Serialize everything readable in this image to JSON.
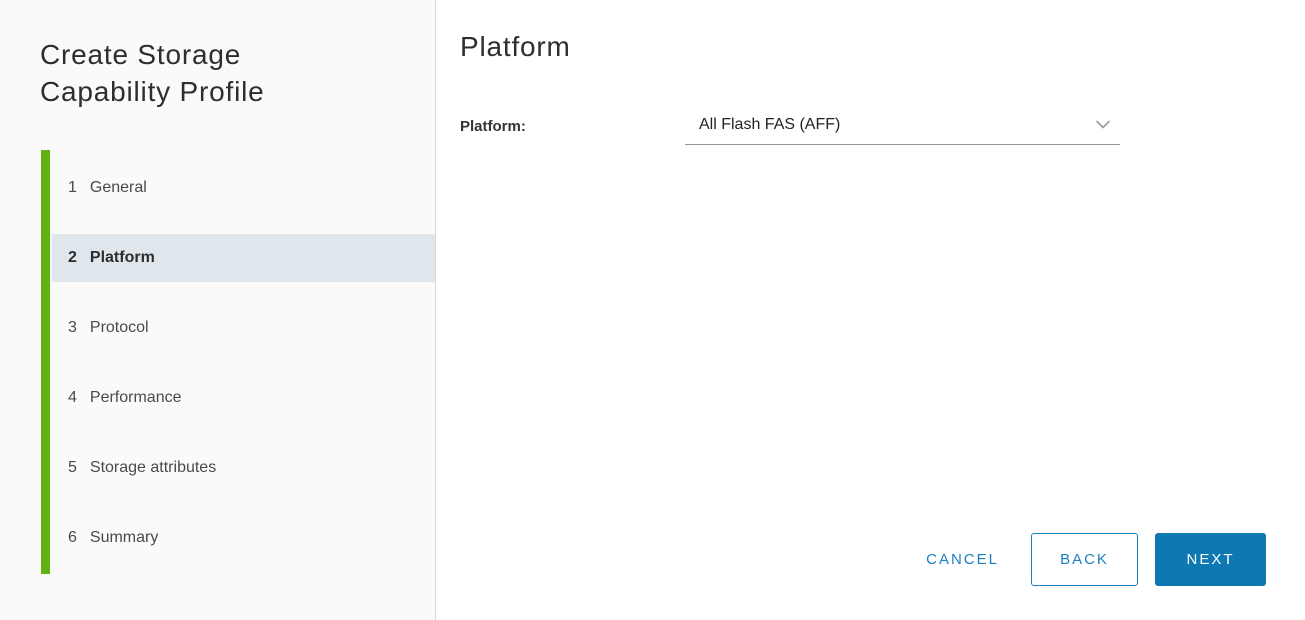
{
  "wizard": {
    "title_line1": "Create Storage",
    "title_line2": "Capability Profile",
    "active_step_label": "Platform",
    "steps": [
      {
        "number": "1",
        "label": "General"
      },
      {
        "number": "2",
        "label": "Platform"
      },
      {
        "number": "3",
        "label": "Protocol"
      },
      {
        "number": "4",
        "label": "Performance"
      },
      {
        "number": "5",
        "label": "Storage attributes"
      },
      {
        "number": "6",
        "label": "Summary"
      }
    ]
  },
  "content": {
    "heading": "Platform",
    "form": {
      "platform_label": "Platform:",
      "platform_value": "All Flash FAS (AFF)"
    }
  },
  "footer": {
    "cancel_label": "CANCEL",
    "back_label": "BACK",
    "next_label": "NEXT"
  },
  "icons": {
    "platform_select": "chevron-down-icon"
  },
  "colors": {
    "accent_green": "#61b315",
    "active_step_bg": "#dfe7ec",
    "primary_blue": "#0d78b2",
    "link_blue": "#1a7fc1",
    "sidebar_bg": "#fafafa"
  }
}
